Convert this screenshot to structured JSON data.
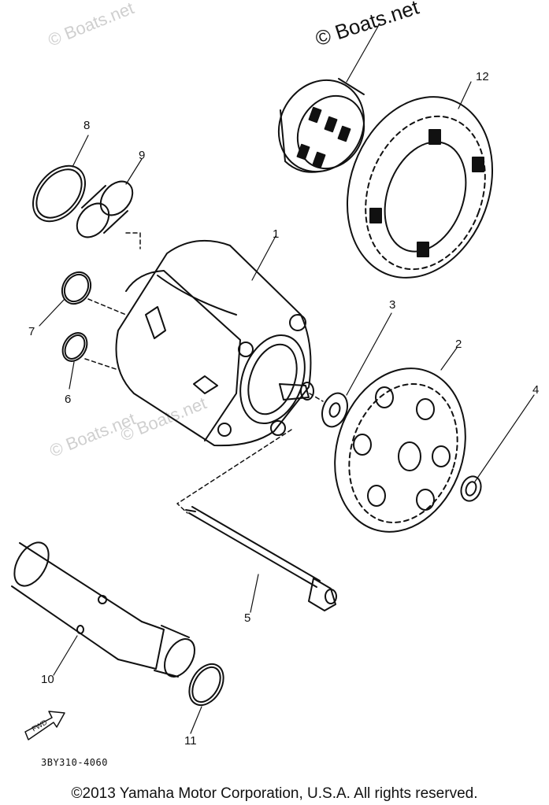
{
  "watermarks": {
    "main": "© Boats.net",
    "faint": "© Boats.net"
  },
  "callouts": {
    "c1": "1",
    "c2": "2",
    "c3": "3",
    "c4": "4",
    "c5": "5",
    "c6": "6",
    "c7": "7",
    "c8": "8",
    "c9": "9",
    "c10": "10",
    "c11": "11",
    "c12": "12"
  },
  "fwd_label": "FWD",
  "diagram_code": "3BY310-4060",
  "copyright": "©2013 Yamaha Motor Corporation, U.S.A. All rights reserved.",
  "colors": {
    "line": "#111111",
    "watermark": "#cfcfcf",
    "background": "#ffffff"
  }
}
